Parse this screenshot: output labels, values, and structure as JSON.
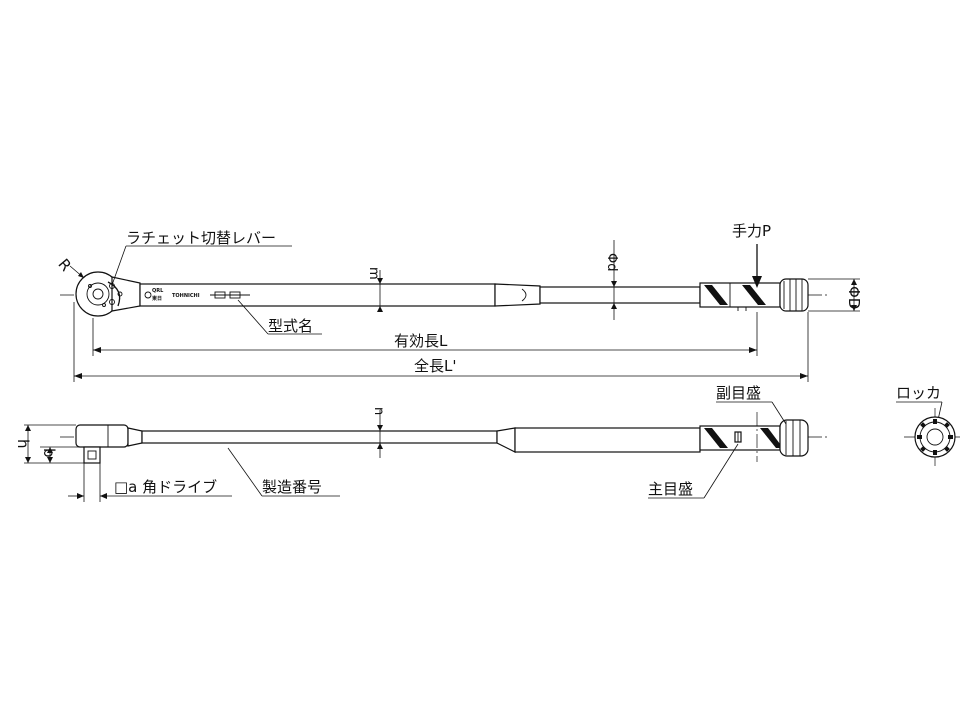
{
  "labels": {
    "ratchet_lever": "ラチェット切替レバー",
    "hand_force": "手力P",
    "model_name": "型式名",
    "effective_length": "有効長L",
    "total_length": "全長L'",
    "sub_scale": "副目盛",
    "locker": "ロッカ",
    "square_drive": "□a 角ドライブ",
    "serial_number": "製造番号",
    "main_scale": "主目盛"
  },
  "dims": {
    "R": "R",
    "m": "m",
    "phi_d": "Φd",
    "phi_D": "ΦD",
    "n": "n",
    "h": "h",
    "b": "b"
  },
  "marks": {
    "brand_kanji": "東日",
    "brand_latin": "TOHNICHI",
    "brand_small": "QRL"
  }
}
